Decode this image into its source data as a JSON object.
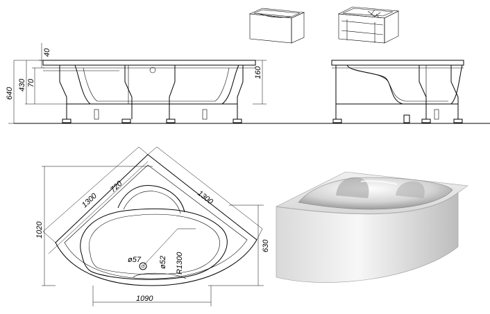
{
  "dims": {
    "side_40": "40",
    "side_70": "70",
    "side_430": "430",
    "side_640": "640",
    "side_160": "160",
    "top_1300_left": "1300",
    "top_720": "720",
    "top_1300_right": "1300",
    "top_1020": "1020",
    "top_630": "630",
    "top_1090": "1090",
    "top_r1300": "R1300",
    "top_d57": "ø57",
    "top_d52": "ø52"
  },
  "colors": {
    "line": "#000000",
    "render_light": "#f2f2f2",
    "render_mid": "#c8c8c8",
    "render_dark": "#8a8a8a"
  }
}
